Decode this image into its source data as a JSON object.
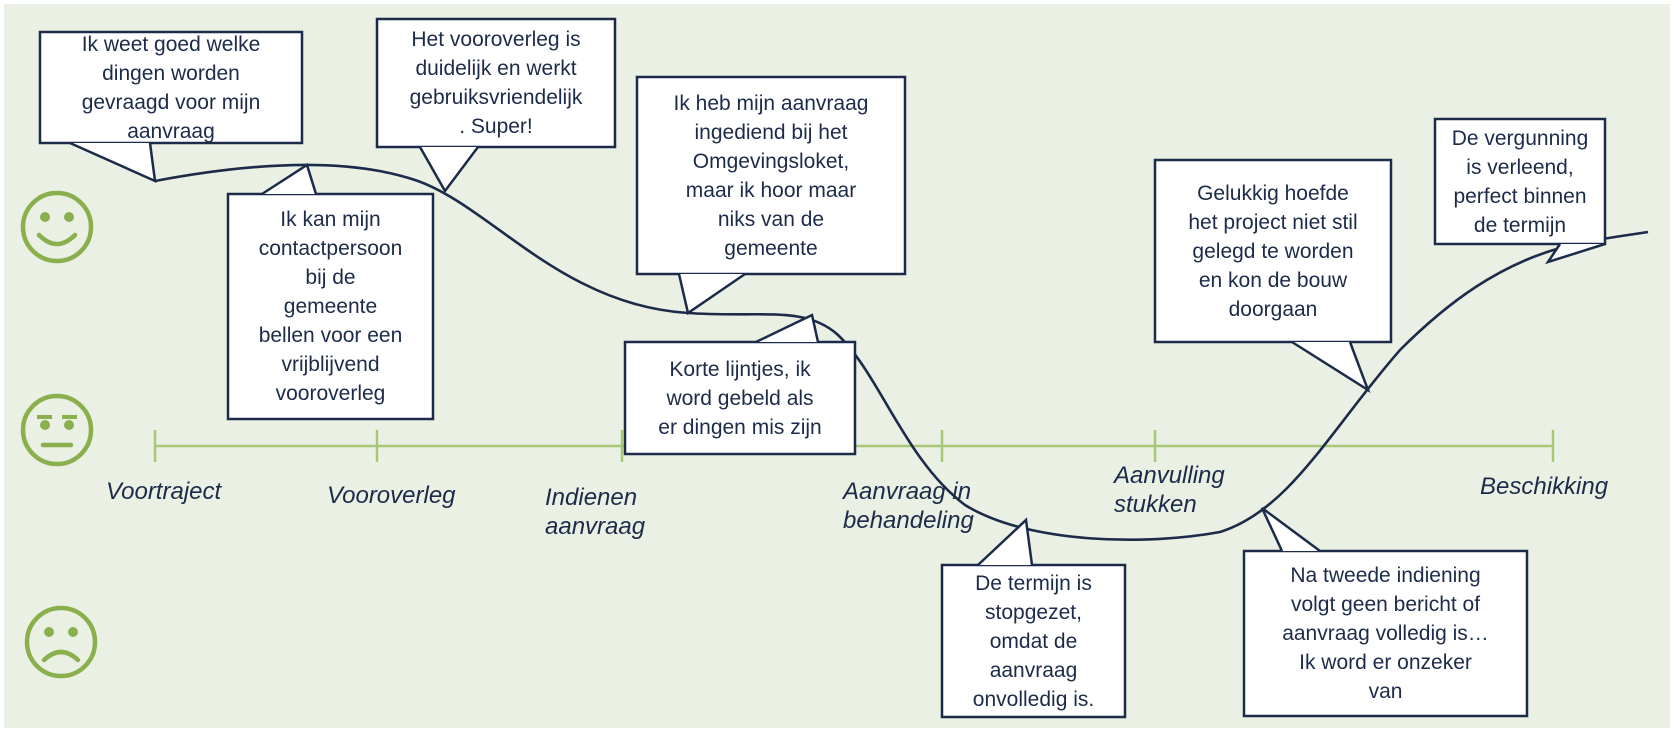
{
  "colors": {
    "background": "#eaf0e3",
    "timeline": "#a8c878",
    "face": "#8ab04e",
    "curve": "#1c2b4a",
    "text": "#1c2b4a",
    "bubble_fill": "#ffffff",
    "bubble_border": "#1c2b4a"
  },
  "faces": [
    {
      "mood": "happy",
      "icon": "smiley-face-icon"
    },
    {
      "mood": "neutral",
      "icon": "neutral-face-icon"
    },
    {
      "mood": "sad",
      "icon": "sad-face-icon"
    }
  ],
  "stages": [
    {
      "label": "Voortraject"
    },
    {
      "label": "Vooroverleg"
    },
    {
      "label": "Indienen\naanvraag"
    },
    {
      "label": "Aanvraag in\nbehandeling"
    },
    {
      "label": "Aanvulling\nstukken"
    },
    {
      "label": "Beschikking"
    }
  ],
  "quotes": [
    {
      "text": "Ik weet goed welke\ndingen worden\ngevraagd voor mijn\naanvraag"
    },
    {
      "text": "Ik kan mijn\ncontactpersoon\nbij de\ngemeente\nbellen voor een\nvrijblijvend\nvooroverleg"
    },
    {
      "text": "Het vooroverleg is\nduidelijk en werkt\ngebruiksvriendelijk\n. Super!"
    },
    {
      "text": "Ik heb mijn aanvraag\ningediend bij het\nOmgevingsloket,\nmaar ik hoor maar\nniks van de\ngemeente"
    },
    {
      "text": "Korte lijntjes, ik\nword gebeld als\ner dingen mis zijn"
    },
    {
      "text": "De termijn is\nstopgezet,\nomdat de\naanvraag\nonvolledig is."
    },
    {
      "text": "Gelukkig hoefde\nhet project niet stil\ngelegd te worden\nen kon de bouw\ndoorgaan"
    },
    {
      "text": "Na tweede indiening\nvolgt geen bericht of\naanvraag volledig is…\nIk word er onzeker\nvan"
    },
    {
      "text": "De vergunning\nis verleend,\nperfect binnen\nde termijn"
    }
  ]
}
